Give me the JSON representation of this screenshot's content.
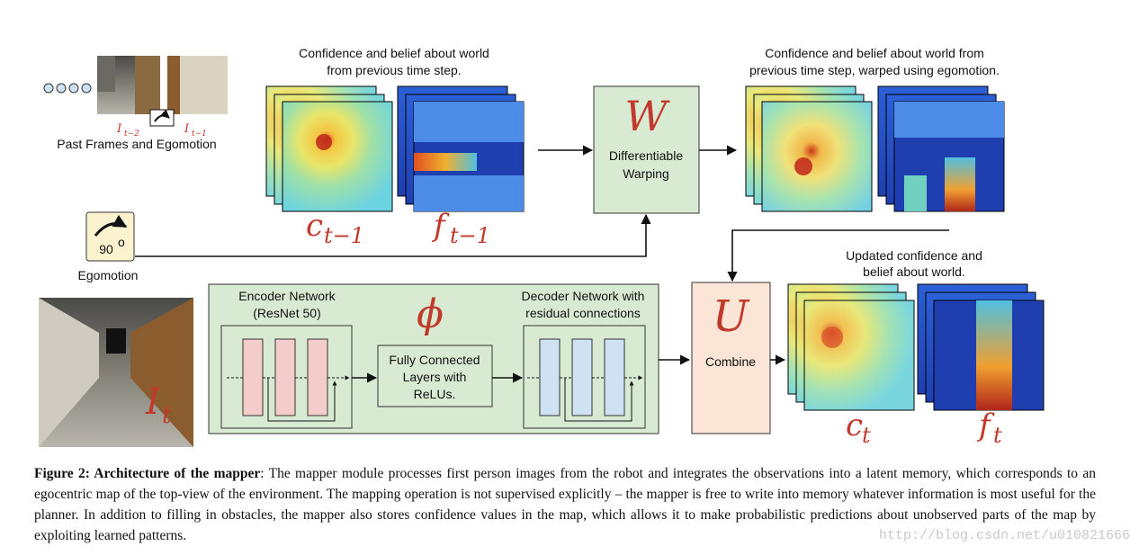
{
  "past_frames": {
    "label": "Past Frames and Egomotion",
    "frame_a": {
      "symbol": "I",
      "sub": "t−2"
    },
    "frame_b": {
      "symbol": "I",
      "sub": "t−1"
    }
  },
  "egomotion": {
    "label": "Egomotion",
    "angle": "90",
    "angle_sup": "o"
  },
  "prev_maps": {
    "caption_line1": "Confidence and belief about world",
    "caption_line2": "from previous time step.",
    "c": {
      "symbol": "c",
      "sub": "t−1"
    },
    "f": {
      "symbol": "f",
      "sub": "t−1"
    }
  },
  "warp": {
    "symbol": "W",
    "line1": "Differentiable",
    "line2": "Warping"
  },
  "warped_maps": {
    "caption_line1": "Confidence and belief about world from",
    "caption_line2": "previous time step, warped using egomotion."
  },
  "current_frame": {
    "symbol": "I",
    "sub": "t"
  },
  "encoder": {
    "line1": "Encoder Network",
    "line2": "(ResNet 50)"
  },
  "phi": {
    "symbol": "ϕ"
  },
  "fc": {
    "line1": "Fully Connected",
    "line2": "Layers with",
    "line3": "ReLUs."
  },
  "decoder": {
    "line1": "Decoder Network with",
    "line2": "residual connections"
  },
  "combine": {
    "symbol": "U",
    "label": "Combine"
  },
  "updated_maps": {
    "caption_line1": "Updated confidence and",
    "caption_line2": "belief about world.",
    "c": {
      "symbol": "c",
      "sub": "t"
    },
    "f": {
      "symbol": "f",
      "sub": "t"
    }
  },
  "caption": {
    "bold": "Figure 2: Architecture of the mapper",
    "text": ": The mapper module processes first person images from the robot and integrates the observations into a latent memory, which corresponds to an egocentric map of the top-view of the environment. The mapping operation is not supervised explicitly – the mapper is free to write into memory whatever information is most useful for the planner. In addition to filling in obstacles, the mapper also stores confidence values in the map, which allows it to make probabilistic predictions about unobserved parts of the map by exploiting learned patterns."
  },
  "watermark": "http://blog.csdn.net/u010821666",
  "colors": {
    "accent_red": "#c0392b",
    "green_box": "#d9ead3",
    "peach_box": "#fbe5d6",
    "pink_block": "#f4cccc",
    "blue_block": "#cfe2f3"
  }
}
